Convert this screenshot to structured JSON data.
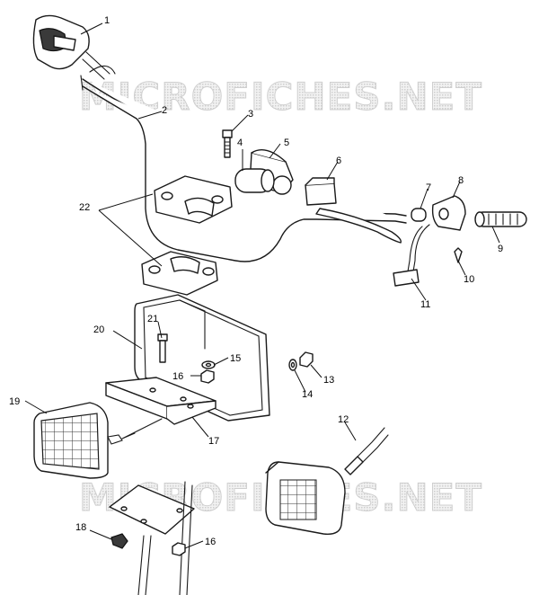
{
  "watermark": {
    "top": "MICROFICHES.NET",
    "bottom": "MICROFICHES.NET"
  },
  "callouts": {
    "c1": "1",
    "c2": "2",
    "c3": "3",
    "c4": "4",
    "c5": "5",
    "c6": "6",
    "c7": "7",
    "c8": "8",
    "c9": "9",
    "c10": "10",
    "c11": "11",
    "c12": "12",
    "c13": "13",
    "c14": "14",
    "c15": "15",
    "c16a": "16",
    "c16b": "16",
    "c17": "17",
    "c18": "18",
    "c19": "19",
    "c20": "20",
    "c21": "21",
    "c22": "22"
  }
}
